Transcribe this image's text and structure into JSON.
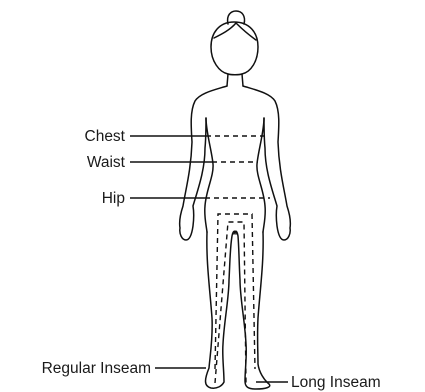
{
  "labels": {
    "chest": "Chest",
    "waist": "Waist",
    "hip": "Hip",
    "regular_inseam": "Regular Inseam",
    "long_inseam": "Long Inseam"
  },
  "colors": {
    "line": "#111111",
    "text": "#1a1a1a",
    "background": "#ffffff"
  }
}
